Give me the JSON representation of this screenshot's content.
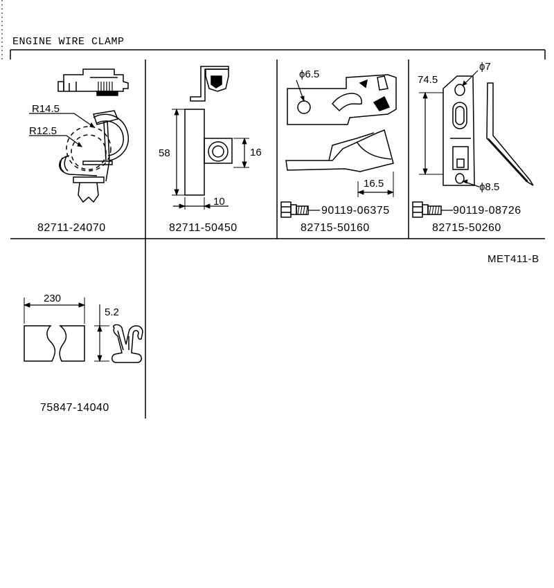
{
  "title": "ENGINE WIRE CLAMP",
  "figure_code": "MET411-B",
  "parts": [
    {
      "part_no": "82711-24070",
      "dims": {
        "r_outer": "R14.5",
        "r_inner": "R12.5"
      }
    },
    {
      "part_no": "82711-50450",
      "dims": {
        "height": "58",
        "hole": "16",
        "width": "10"
      }
    },
    {
      "part_no": "82715-50160",
      "dims": {
        "hole_dia": "ϕ6.5",
        "offset": "16.5"
      },
      "bolt_no": "90119-06375"
    },
    {
      "part_no": "82715-50260",
      "dims": {
        "length": "74.5",
        "hole_dia_top": "ϕ7",
        "hole_dia_bottom": "ϕ8.5"
      },
      "bolt_no": "90119-08726"
    },
    {
      "part_no": "75847-14040",
      "dims": {
        "length": "230",
        "thickness": "5.2"
      }
    }
  ]
}
